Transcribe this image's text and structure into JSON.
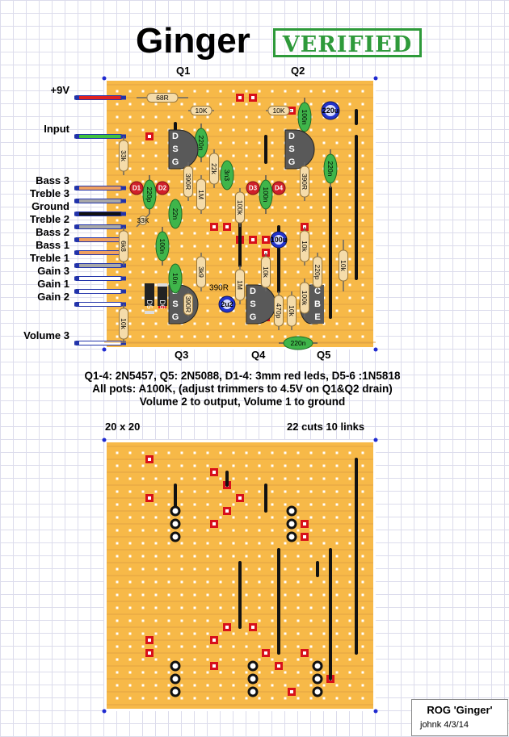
{
  "title": "Ginger",
  "stamp": "VERIFIED",
  "transistor_labels": {
    "q1": "Q1",
    "q2": "Q2",
    "q3": "Q3",
    "q4": "Q4",
    "q5": "Q5"
  },
  "wire_labels": [
    "+9V",
    "Input",
    "Bass 3",
    "Treble 3",
    "Ground",
    "Treble 2",
    "Bass 2",
    "Bass 1",
    "Treble 1",
    "Gain 3",
    "Gain 1",
    "Gain 2",
    "Volume 3"
  ],
  "wire_colors": [
    "#e02020",
    "#3ec23e",
    "#f0a060",
    "#a8a8a8",
    "#111111",
    "#a8a8a8",
    "#f0a060",
    "#f0a060",
    "#a8a8a8",
    "#ffffff",
    "#ffffff",
    "#ffffff",
    "#ffffff"
  ],
  "component_labels": {
    "r68": "68R",
    "r10k_1": "10K",
    "r10k_2": "10K",
    "c100n_top": "100n",
    "c220u": "220u",
    "r33k_1": "33k",
    "c220n_1": "220n",
    "c3n3": "3n3",
    "r22k": "22k",
    "c220n_2": "220n",
    "d1": "D1",
    "d2": "D2",
    "d3": "D3",
    "d4": "D4",
    "c220p_1": "220p",
    "r390_1": "390R",
    "r1m_1": "1M",
    "r100k_1": "100k",
    "c100n_2": "100n",
    "r390_2": "390R",
    "c22n": "22n",
    "r33k_2": "33K",
    "c100u": "100u",
    "r10k_3": "10k",
    "r6k8": "6k8",
    "c100n_3": "100n",
    "c220p_2": "220p",
    "r10k_4": "10k",
    "c10n": "10n",
    "r3k9": "3k9",
    "r390_3": "390R",
    "r10k_5": "10k",
    "r1m_2": "1M",
    "r10k_6": "10k",
    "r10k_7": "10k",
    "c470p": "470p",
    "r100k_2": "100k",
    "d5": "D5",
    "d6": "D6",
    "r390_4": "390R",
    "c2u2": "2u2",
    "c220n_3": "220n"
  },
  "fet_pins": {
    "d": "D",
    "s": "S",
    "g": "G"
  },
  "bjt_pins": {
    "c": "C",
    "b": "B",
    "e": "E"
  },
  "notes": [
    "Q1-4: 2N5457,  Q5: 2N5088,  D1-4: 3mm red leds, D5-6 :1N5818",
    "All pots: A100K,  (adjust trimmers to 4.5V on Q1&Q2 drain)",
    "Volume 2 to output, Volume 1 to ground"
  ],
  "board_size": "20 x 20",
  "cuts_links": "22 cuts 10 links",
  "credit": {
    "name": "ROG 'Ginger'",
    "author": "johnk  4/3/14"
  },
  "colors": {
    "board": "#f7b948",
    "strip_line": "#e1a443",
    "cut": "#d8101a",
    "link": "#111111",
    "frame": "#1f2ad0"
  }
}
